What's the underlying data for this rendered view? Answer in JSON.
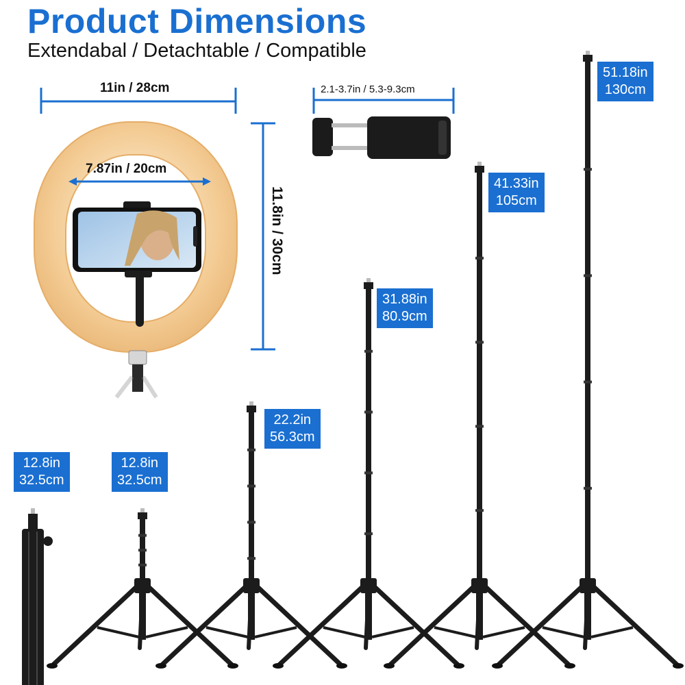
{
  "header": {
    "title": "Product Dimensions",
    "subtitle": "Extendabal / Detachtable / Compatible"
  },
  "ring": {
    "width_label": "11in / 28cm",
    "inner_label": "7.87in / 20cm",
    "height_label": "11.8in / 30cm",
    "ring_color": "#f5c98f"
  },
  "phone_holder": {
    "range_label": "2.1-3.7in / 5.3-9.3cm"
  },
  "stands": [
    {
      "in": "12.8in",
      "cm": "32.5cm",
      "state": "folded"
    },
    {
      "in": "12.8in",
      "cm": "32.5cm",
      "state": "open"
    },
    {
      "in": "22.2in",
      "cm": "56.3cm",
      "state": "open"
    },
    {
      "in": "31.88in",
      "cm": "80.9cm",
      "state": "open"
    },
    {
      "in": "41.33in",
      "cm": "105cm",
      "state": "open"
    },
    {
      "in": "51.18in",
      "cm": "130cm",
      "state": "open"
    }
  ],
  "colors": {
    "accent": "#1a6fd1",
    "stand": "#1c1c1c"
  }
}
